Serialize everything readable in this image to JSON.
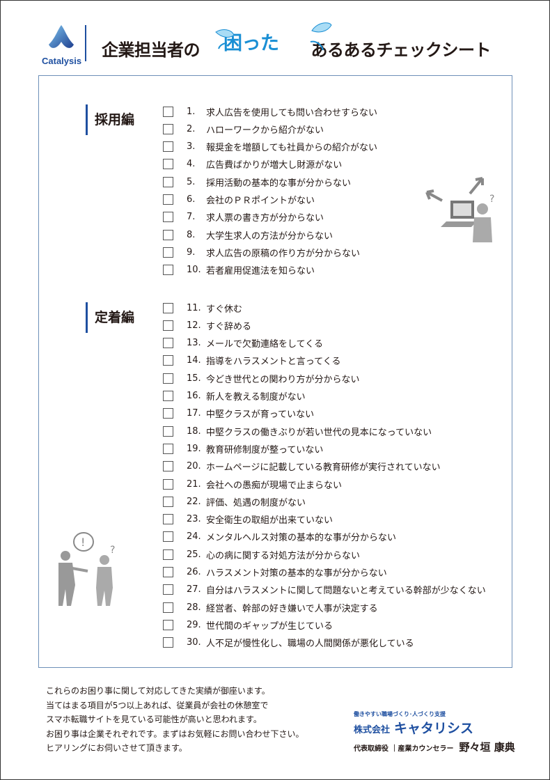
{
  "header": {
    "logo_text": "Catalysis",
    "title_pre": "企業担当者の",
    "title_highlight": "困った",
    "title_post": "あるあるチェックシート"
  },
  "sections": [
    {
      "label": "採用編",
      "items": [
        {
          "num": "1.",
          "text": "求人広告を使用しても問い合わせすらない"
        },
        {
          "num": "2.",
          "text": "ハローワークから紹介がない"
        },
        {
          "num": "3.",
          "text": "報奨金を増額しても社員からの紹介がない"
        },
        {
          "num": "4.",
          "text": "広告費ばかりが増大し財源がない"
        },
        {
          "num": "5.",
          "text": "採用活動の基本的な事が分からない"
        },
        {
          "num": "6.",
          "text": "会社のＰＲポイントがない"
        },
        {
          "num": "7.",
          "text": "求人票の書き方が分からない"
        },
        {
          "num": "8.",
          "text": "大学生求人の方法が分からない"
        },
        {
          "num": "9.",
          "text": "求人広告の原稿の作り方が分からない"
        },
        {
          "num": "10.",
          "text": "若者雇用促進法を知らない"
        }
      ]
    },
    {
      "label": "定着編",
      "items": [
        {
          "num": "11.",
          "text": "すぐ休む"
        },
        {
          "num": "12.",
          "text": "すぐ辞める"
        },
        {
          "num": "13.",
          "text": "メールで欠勤連絡をしてくる"
        },
        {
          "num": "14.",
          "text": "指導をハラスメントと言ってくる"
        },
        {
          "num": "15.",
          "text": "今どき世代との関わり方が分からない"
        },
        {
          "num": "16.",
          "text": "新人を教える制度がない"
        },
        {
          "num": "17.",
          "text": "中堅クラスが育っていない"
        },
        {
          "num": "18.",
          "text": "中堅クラスの働きぶりが若い世代の見本になっていない"
        },
        {
          "num": "19.",
          "text": "教育研修制度が整っていない"
        },
        {
          "num": "20.",
          "text": "ホームページに記載している教育研修が実行されていない"
        },
        {
          "num": "21.",
          "text": "会社への愚痴が現場で止まらない"
        },
        {
          "num": "22.",
          "text": "評価、処遇の制度がない"
        },
        {
          "num": "23.",
          "text": "安全衛生の取組が出来ていない"
        },
        {
          "num": "24.",
          "text": "メンタルヘルス対策の基本的な事が分からない"
        },
        {
          "num": "25.",
          "text": "心の病に関する対処方法が分からない"
        },
        {
          "num": "26.",
          "text": "ハラスメント対策の基本的な事が分からない"
        },
        {
          "num": "27.",
          "text": "自分はハラスメントに関して問題ないと考えている幹部が少なくない"
        },
        {
          "num": "28.",
          "text": "経営者、幹部の好き嫌いで人事が決定する"
        },
        {
          "num": "29.",
          "text": "世代間のギャップが生じている"
        },
        {
          "num": "30.",
          "text": "人不足が慢性化し、職場の人間関係が悪化している"
        }
      ]
    }
  ],
  "footer": {
    "lines": [
      "これらのお困り事に関して対応してきた実績が御座います。",
      "当てはまる項目が5つ以上あれば、従業員が会社の休憩室で",
      "スマホ転職サイトを見ている可能性が高いと思われます。",
      "お困り事は企業それぞれです。まずはお気軽にお問い合わせ下さい。",
      "ヒアリングにお伺いさせて頂きます。"
    ]
  },
  "company": {
    "tagline": "働きやすい職場づくり･人づくり支援",
    "prefix": "株式会社",
    "name": "キャタリシス",
    "role": "代表取締役 ｜産業カウンセラー",
    "person": "野々垣 康典"
  },
  "colors": {
    "brand": "#1e4fa0",
    "accent": "#1a8fd4"
  }
}
